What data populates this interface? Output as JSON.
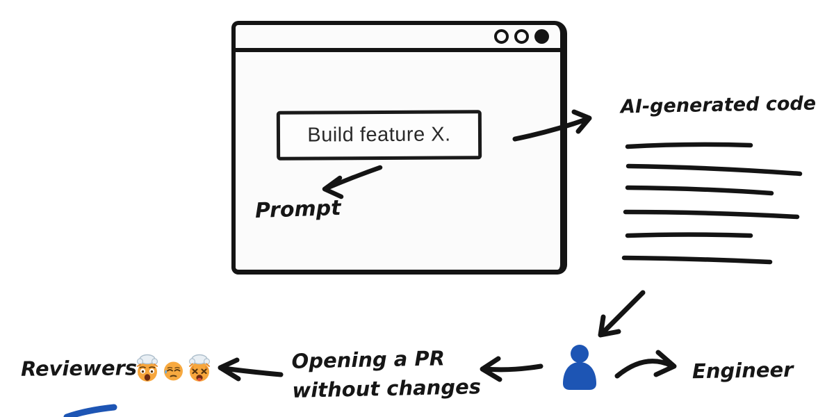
{
  "palette": {
    "ink": "#141414",
    "blue": "#1d55b4",
    "window_bg": "#fbfbfb",
    "paper": "#ffffff"
  },
  "browser_window": {
    "controls": [
      "outline-dot",
      "outline-dot",
      "filled-dot"
    ],
    "input_value": "Build feature X.",
    "caption": "Prompt"
  },
  "ai_code": {
    "caption": "AI-generated code",
    "sketch_line_count": 6
  },
  "engineer": {
    "caption": "Engineer"
  },
  "pr_note": {
    "line1": "Opening a PR",
    "line2": "without changes"
  },
  "reviewers": {
    "caption": "Reviewers:",
    "emojis": [
      {
        "name": "exploding-head-emoji",
        "char": "🤯"
      },
      {
        "name": "downcast-sweat-emoji",
        "char": "😓"
      },
      {
        "name": "exploding-head-emoji",
        "char": "🤯"
      }
    ]
  }
}
